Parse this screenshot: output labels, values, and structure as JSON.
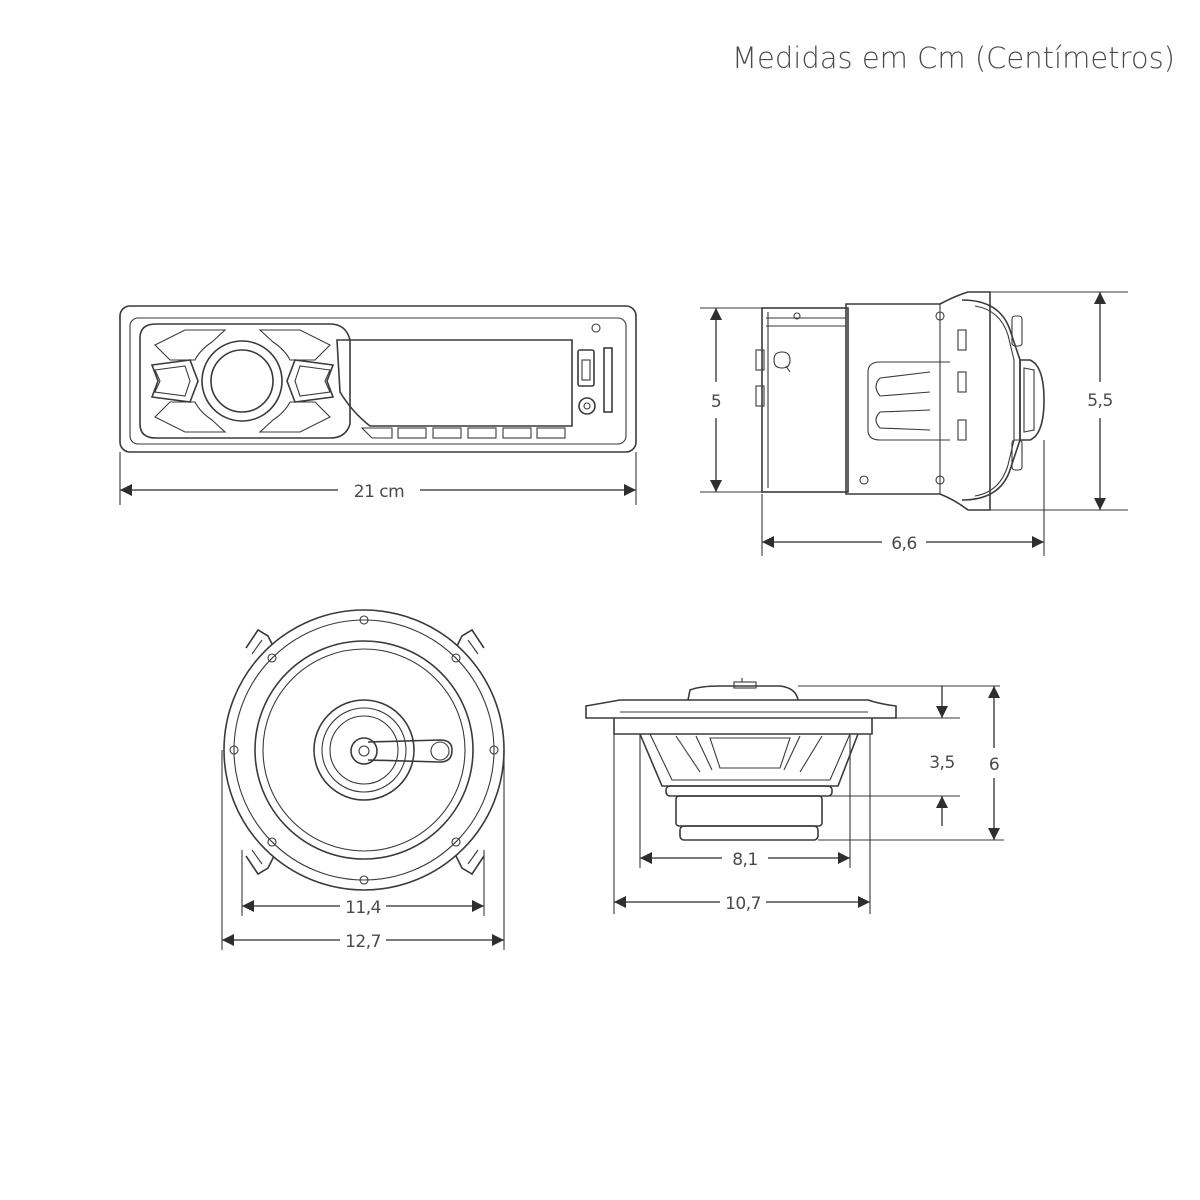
{
  "header": {
    "units_note": "Medidas em Cm (Centímetros)"
  },
  "radio_front": {
    "width_label": "21 cm"
  },
  "radio_side": {
    "height_label": "5",
    "depth_label": "6,6",
    "face_height_label": "5,5"
  },
  "speaker_front": {
    "inner_diameter_label": "11,4",
    "outer_diameter_label": "12,7"
  },
  "speaker_side": {
    "mount_depth_label": "3,5",
    "total_height_label": "6",
    "magnet_width_label": "8,1",
    "frame_width_label": "10,7"
  }
}
